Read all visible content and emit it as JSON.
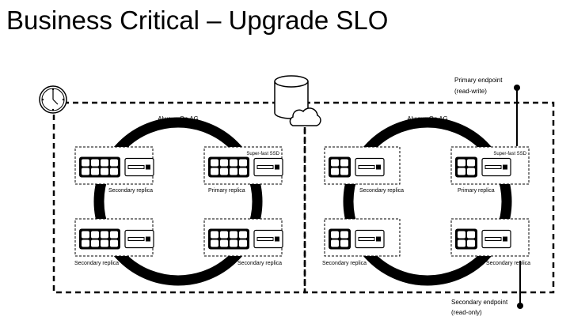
{
  "slide": {
    "title": "Business Critical – Upgrade SLO"
  },
  "endpoints": {
    "primary_line1": "Primary endpoint",
    "primary_line2": "(read-write)",
    "secondary_line1": "Secondary endpoint",
    "secondary_line2": "(read-only)"
  },
  "clusters": [
    {
      "ag_label": "Always On AG",
      "ssd_label": "Super-fast SSD",
      "replicas": [
        {
          "label": "Secondary replica"
        },
        {
          "label": "Primary replica"
        },
        {
          "label": "Secondary replica"
        },
        {
          "label": "Secondary replica"
        }
      ]
    },
    {
      "ag_label": "Always On AG",
      "ssd_label": "Super-fast SSD",
      "replicas": [
        {
          "label": "Secondary replica"
        },
        {
          "label": "Primary replica"
        },
        {
          "label": "Secondary replica"
        },
        {
          "label": "Secondary replica"
        }
      ]
    }
  ],
  "icons": {
    "clock": "clock-icon",
    "database": "database-cloud-icon",
    "cpu": "cpu-grid-icon",
    "ssd": "ssd-icon"
  },
  "colors": {
    "ring": "#000000",
    "dash": "#000000",
    "text": "#000000"
  }
}
